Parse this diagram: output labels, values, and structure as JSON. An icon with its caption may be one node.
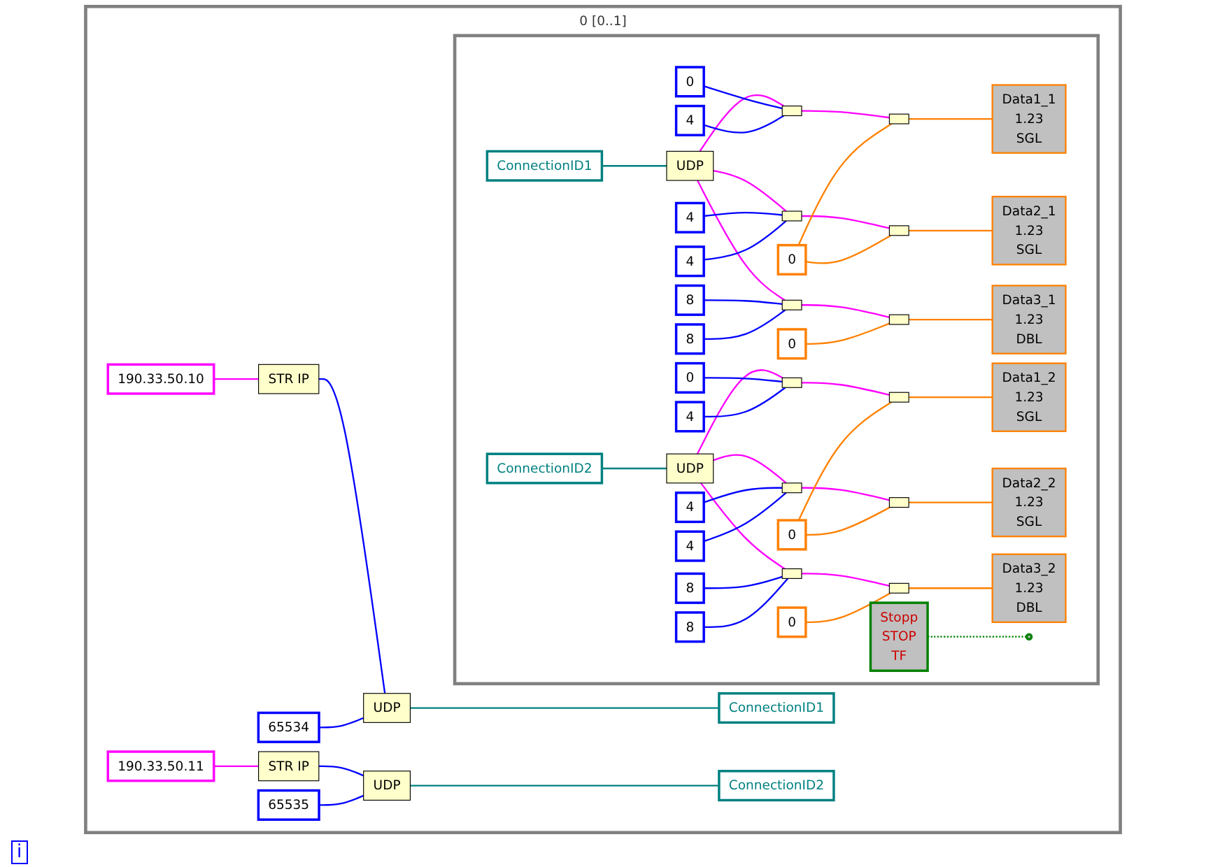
{
  "diagram": {
    "nodes": [
      {
        "text": [
          "0 [0..1]"
        ]
      },
      {
        "text": [
          "190.33.50.10"
        ],
        "in": 0
      },
      {
        "text": [
          "STR IP"
        ],
        "in": 0
      },
      {
        "text": [
          "65534"
        ],
        "in": 0
      },
      {
        "text": [
          "UDP"
        ],
        "in": 0
      },
      {
        "text": [
          "ConnectionID1"
        ],
        "in": 0
      },
      {
        "text": [
          "190.33.50.11"
        ],
        "in": 0
      },
      {
        "text": [
          "STR IP"
        ],
        "in": 0
      },
      {
        "text": [
          "65535"
        ],
        "in": 0
      },
      {
        "text": [
          "UDP"
        ],
        "in": 0
      },
      {
        "text": [
          "ConnectionID2"
        ],
        "in": 0
      },
      {
        "text": [],
        "shape": "box",
        "in": 0
      },
      {
        "text": [
          "ConnectionID1"
        ],
        "in": 11
      },
      {
        "text": [
          "UDP"
        ],
        "in": 11
      },
      {
        "text": [
          "0"
        ],
        "in": 11
      },
      {
        "text": [],
        "shape": "box",
        "in": 11
      },
      {
        "text": [
          "0"
        ],
        "in": 11
      },
      {
        "text": [
          "4"
        ],
        "in": 11
      },
      {
        "text": [],
        "shape": "box",
        "in": 11
      },
      {
        "text": [
          "4"
        ],
        "in": 11
      },
      {
        "text": [
          "4"
        ],
        "in": 11
      },
      {
        "text": [],
        "shape": "box",
        "in": 11
      },
      {
        "text": [
          "8"
        ],
        "in": 11
      },
      {
        "text": [
          "8"
        ],
        "in": 11
      },
      {
        "text": [
          "0"
        ],
        "in": 11
      },
      {
        "text": [],
        "shape": "box",
        "in": 11
      },
      {
        "text": [],
        "shape": "box",
        "in": 11
      },
      {
        "text": [],
        "shape": "box",
        "in": 11
      },
      {
        "text": [
          "Data1_1",
          "1.23",
          "SGL"
        ],
        "in": 11
      },
      {
        "text": [
          "Data2_1",
          "1.23",
          "SGL"
        ],
        "in": 11
      },
      {
        "text": [
          "Data3_1",
          "1.23",
          "DBL"
        ],
        "in": 11
      },
      {
        "text": [
          "ConnectionID2"
        ],
        "in": 11
      },
      {
        "text": [
          "UDP"
        ],
        "in": 11
      },
      {
        "text": [
          "0"
        ],
        "in": 11
      },
      {
        "text": [],
        "shape": "box",
        "in": 11
      },
      {
        "text": [
          "0"
        ],
        "in": 11
      },
      {
        "text": [
          "4"
        ],
        "in": 11
      },
      {
        "text": [],
        "shape": "box",
        "in": 11
      },
      {
        "text": [
          "4"
        ],
        "in": 11
      },
      {
        "text": [
          "4"
        ],
        "in": 11
      },
      {
        "text": [],
        "shape": "box",
        "in": 11
      },
      {
        "text": [
          "8"
        ],
        "in": 11
      },
      {
        "text": [
          "8"
        ],
        "in": 11
      },
      {
        "text": [
          "0"
        ],
        "in": 11
      },
      {
        "text": [],
        "shape": "box",
        "in": 11
      },
      {
        "text": [],
        "shape": "box",
        "in": 11
      },
      {
        "text": [],
        "shape": "box",
        "in": 11
      },
      {
        "text": [
          "Data1_2",
          "1.23",
          "SGL"
        ],
        "in": 11
      },
      {
        "text": [
          "Data2_2",
          "1.23",
          "SGL"
        ],
        "in": 11
      },
      {
        "text": [
          "Data3_2",
          "1.23",
          "DBL"
        ],
        "in": 11
      },
      {
        "text": [
          "Stopp",
          "STOP",
          "TF"
        ],
        "in": 11
      },
      {
        "text": [],
        "shape": "circle",
        "in": 11
      }
    ],
    "edges": [
      {
        "from": 1,
        "to": 2,
        "arrow": "none",
        "color": "#ff00ff"
      },
      {
        "from": 2,
        "to": 4,
        "arrow": "none"
      },
      {
        "from": 3,
        "to": 4,
        "arrow": "none"
      },
      {
        "from": 4,
        "to": 5,
        "arrow": "none",
        "color": "#008080"
      },
      {
        "from": 6,
        "to": 7,
        "arrow": "none",
        "color": "#ff00ff"
      },
      {
        "from": 7,
        "to": 9,
        "arrow": "none"
      },
      {
        "from": 8,
        "to": 9,
        "arrow": "none"
      },
      {
        "from": 9,
        "to": 10,
        "arrow": "none",
        "color": "#008080"
      },
      {
        "from": 12,
        "to": 13,
        "arrow": "none",
        "color": "#008080"
      },
      {
        "from": 13,
        "to": 15,
        "arrow": "none",
        "color": "#ff00ff"
      },
      {
        "from": 13,
        "to": 18,
        "arrow": "none",
        "color": "#ff00ff"
      },
      {
        "from": 13,
        "to": 21,
        "arrow": "none",
        "color": "#ff00ff"
      },
      {
        "from": 16,
        "to": 15,
        "arrow": "none"
      },
      {
        "from": 17,
        "to": 15,
        "arrow": "none"
      },
      {
        "from": 19,
        "to": 18,
        "arrow": "none"
      },
      {
        "from": 20,
        "to": 18,
        "arrow": "none"
      },
      {
        "from": 22,
        "to": 21,
        "arrow": "none"
      },
      {
        "from": 23,
        "to": 21,
        "arrow": "none"
      },
      {
        "from": 15,
        "to": 25,
        "arrow": "none",
        "color": "#ff00ff"
      },
      {
        "from": 18,
        "to": 26,
        "arrow": "none",
        "color": "#ff00ff"
      },
      {
        "from": 21,
        "to": 27,
        "arrow": "none",
        "color": "#ff00ff"
      },
      {
        "from": 14,
        "to": 25,
        "arrow": "none",
        "color": "#ff8000"
      },
      {
        "from": 14,
        "to": 26,
        "arrow": "none",
        "color": "#ff8000"
      },
      {
        "from": 24,
        "to": 27,
        "arrow": "none",
        "color": "#ff8000"
      },
      {
        "from": 25,
        "to": 28,
        "arrow": "none",
        "color": "#ff8000"
      },
      {
        "from": 26,
        "to": 29,
        "arrow": "none",
        "color": "#ff8000"
      },
      {
        "from": 27,
        "to": 30,
        "arrow": "none",
        "color": "#ff8000"
      },
      {
        "from": 31,
        "to": 32,
        "arrow": "none",
        "color": "#008080"
      },
      {
        "from": 32,
        "to": 34,
        "arrow": "none",
        "color": "#ff00ff"
      },
      {
        "from": 32,
        "to": 37,
        "arrow": "none",
        "color": "#ff00ff"
      },
      {
        "from": 32,
        "to": 40,
        "arrow": "none",
        "color": "#ff00ff"
      },
      {
        "from": 35,
        "to": 34,
        "arrow": "none"
      },
      {
        "from": 36,
        "to": 34,
        "arrow": "none"
      },
      {
        "from": 38,
        "to": 37,
        "arrow": "none"
      },
      {
        "from": 39,
        "to": 37,
        "arrow": "none"
      },
      {
        "from": 41,
        "to": 40,
        "arrow": "none"
      },
      {
        "from": 42,
        "to": 40,
        "arrow": "none"
      },
      {
        "from": 34,
        "to": 44,
        "arrow": "none",
        "color": "#ff00ff"
      },
      {
        "from": 37,
        "to": 45,
        "arrow": "none",
        "color": "#ff00ff"
      },
      {
        "from": 40,
        "to": 46,
        "arrow": "none",
        "color": "#ff00ff"
      },
      {
        "from": 33,
        "to": 44,
        "arrow": "none",
        "color": "#ff8000"
      },
      {
        "from": 33,
        "to": 45,
        "arrow": "none",
        "color": "#ff8000"
      },
      {
        "from": 43,
        "to": 46,
        "arrow": "none",
        "color": "#ff8000"
      },
      {
        "from": 44,
        "to": 47,
        "arrow": "none",
        "color": "#ff8000"
      },
      {
        "from": 45,
        "to": 48,
        "arrow": "none",
        "color": "#ff8000"
      },
      {
        "from": 46,
        "to": 49,
        "arrow": "none",
        "color": "#ff8000"
      },
      {
        "from": 50,
        "to": 51,
        "arrow": "none",
        "style": "dashed",
        "color": "#008000"
      }
    ],
    "labels": [
      "i"
    ]
  }
}
